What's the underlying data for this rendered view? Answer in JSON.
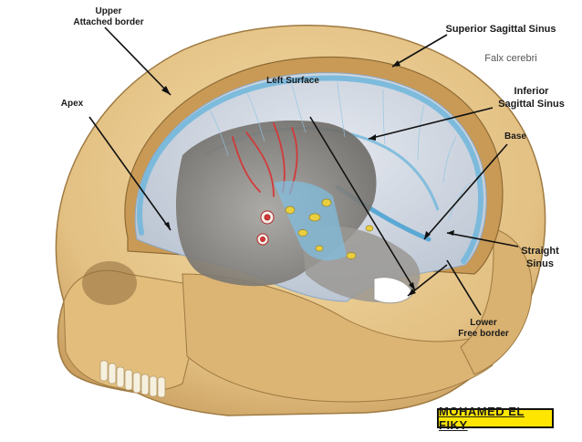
{
  "figure": {
    "labels": {
      "upper_attached_border": "Upper\nAttached border",
      "superior_sagittal_sinus": "Superior Sagittal Sinus",
      "falx_cerebri": "Falx cerebri",
      "left_surface": "Left Surface",
      "apex": "Apex",
      "inferior_sagittal_sinus": "Inferior\nSagittal Sinus",
      "base": "Base",
      "straight_sinus": "Straight\nSinus",
      "lower_free_border": "Lower\nFree border"
    },
    "author_badge": "MOHAMED EL FIKY"
  },
  "colors": {
    "bone": "#e8c98a",
    "bone_shadow": "#c9a463",
    "falx": "#cdd6e2",
    "sinus_blue": "#6fb6dc",
    "interior_dark": "#8c8a86",
    "artery_red": "#d23a3a",
    "badge_yellow": "#ffe600"
  }
}
